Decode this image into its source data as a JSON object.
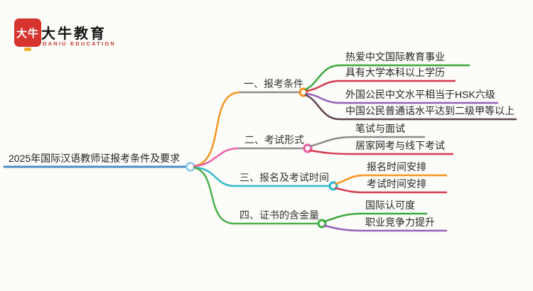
{
  "meta": {
    "background": "#fcfcf9"
  },
  "logo": {
    "stamp_text": "大牛",
    "stamp_color": "#d5342f",
    "title": "大牛教育",
    "subtitle": "DANIU EDUCATION"
  },
  "root": {
    "label": "2025年国际汉语教师证报考条件及要求",
    "color": "#4a8fc2",
    "hub_color": "#85c6e8"
  },
  "branches": [
    {
      "label": "一、报考条件",
      "color": "#f79421",
      "underline_color": "#8d8d8d",
      "children": [
        {
          "label": "热爱中文国际教育事业",
          "color": "#3aa83a"
        },
        {
          "label": "具有大学本科以上学历",
          "color": "#d5394e"
        },
        {
          "label": "外国公民中文水平相当于HSK六级",
          "color": "#9660b8"
        },
        {
          "label": "中国公民普通话水平达到二级甲等以上",
          "color": "#5c4350"
        }
      ]
    },
    {
      "label": "二、考试形式",
      "color": "#ed5fa7",
      "underline_color": "#8d8d8d",
      "children": [
        {
          "label": "笔试与面试",
          "color": "#8d8d8d"
        },
        {
          "label": "居家网考与线下考试",
          "color": "#d5394e"
        }
      ]
    },
    {
      "label": "三、报名及考试时间",
      "color": "#2fb8cc",
      "underline_color": "#2fb8cc",
      "children": [
        {
          "label": "报名时间安排",
          "color": "#f79421"
        },
        {
          "label": "考试时间安排",
          "color": "#d5394e"
        }
      ]
    },
    {
      "label": "四、证书的含金量",
      "color": "#4cb04c",
      "underline_color": "#4cb04c",
      "children": [
        {
          "label": "国际认可度",
          "color": "#3aa83a"
        },
        {
          "label": "职业竞争力提升",
          "color": "#9660b8"
        }
      ]
    }
  ]
}
